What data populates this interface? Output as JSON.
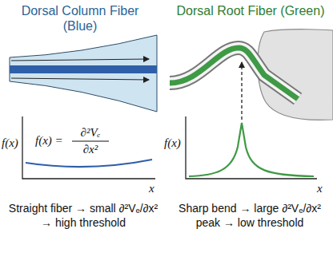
{
  "diagram": {
    "labels": [
      "Dorsal Column Fiber (Blue)",
      "Dorsal Root Fiber (Green)",
      "f(x)",
      "f(x) =",
      "∂²Vₑ",
      "∂x²",
      "x",
      "f(x)",
      "x",
      "Straight fiber → small ∂²Vₑ/∂x² → high threshold",
      "Sharp bend → large ∂²Vₑ/∂x² peak → low threshold"
    ]
  }
}
